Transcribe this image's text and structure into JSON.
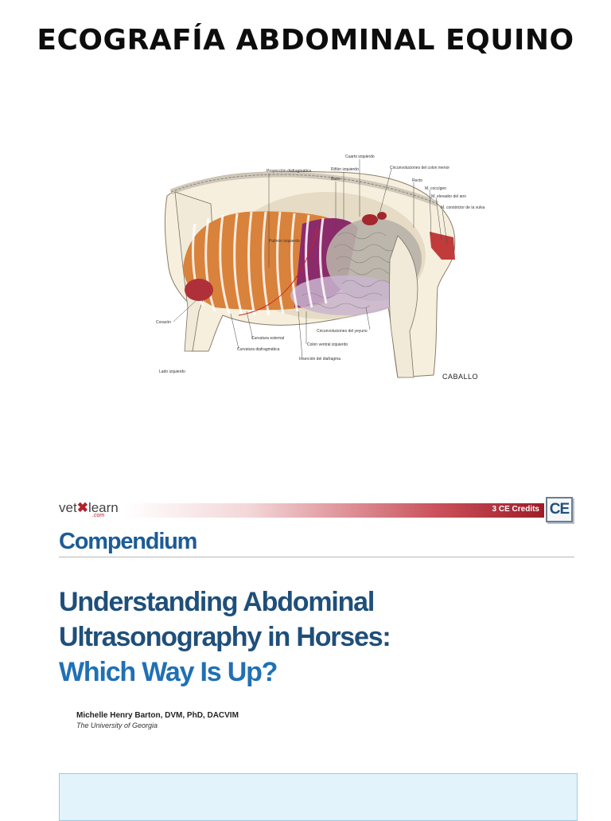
{
  "slide": {
    "title": "ECOGRAFÍA ABDOMINAL EQUINO"
  },
  "anatomy": {
    "labels": {
      "cuarto_izquierdo": "Cuarto izquierdo",
      "proyeccion": "Proyección diafragmática",
      "rinon": "Riñón izquierdo",
      "bazo": "Bazo",
      "circunvoluciones_colon": "Circunvoluciones del colon menor",
      "recto": "Recto",
      "m_coccigeo": "M. coccígeo",
      "m_elevador": "M. elevador del ano",
      "m_constrictor": "M. constrictor de la vulva",
      "pulmon": "Pulmón izquierdo",
      "corazon": "Corazón",
      "curvatura_esternal": "Curvatura esternal",
      "curvatura_diafragmatica": "Curvatura diafragmática",
      "circunvoluciones_yeyuno": "Circunvoluciones del yeyuno",
      "colon_ventral": "Colon ventral izquierdo",
      "insercion": "Inserción del diafragma",
      "lado": "Lado izquierdo",
      "caballo": "CABALLO"
    }
  },
  "article": {
    "logo_vet": "vet",
    "logo_x": "✖",
    "logo_learn": "learn",
    "logo_com": ".com",
    "ce_credits": "3 CE Credits",
    "ce_badge": "CE",
    "journal": "Compendium",
    "title_line1": "Understanding Abdominal",
    "title_line2": "Ultrasonography in Horses:",
    "title_line3": "Which Way Is Up?",
    "author": "Michelle Henry Barton, DVM, PhD, DACVIM",
    "affiliation": "The University of Georgia"
  },
  "colors": {
    "title_blue": "#1f4f7a",
    "accent_blue": "#2070b4",
    "brand_red": "#b3202c",
    "abstract_bg": "#e3f3fb"
  }
}
